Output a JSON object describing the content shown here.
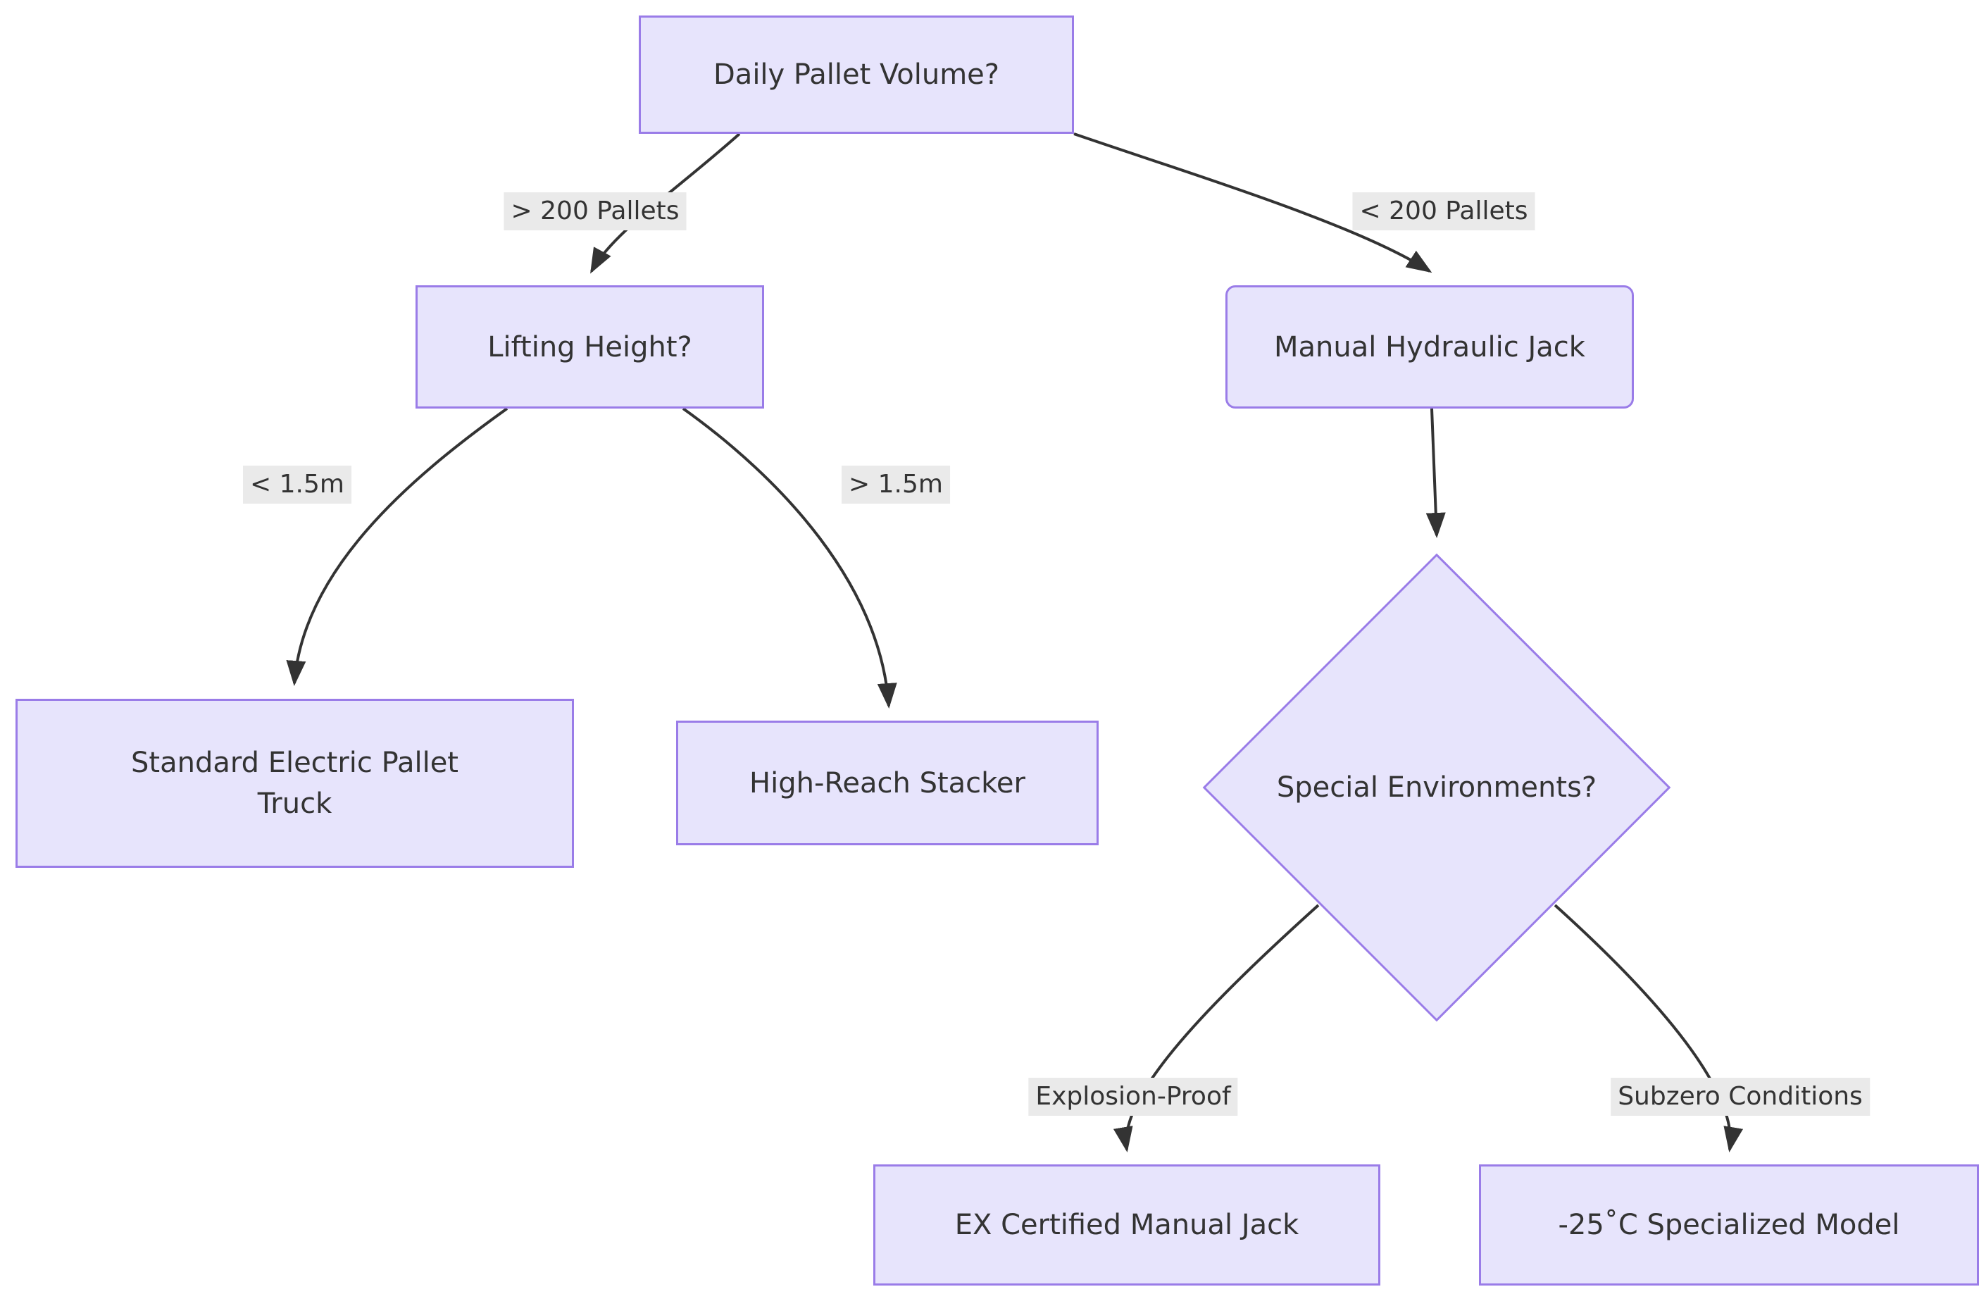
{
  "diagram": {
    "type": "decision-tree-flowchart",
    "background_color": "#ffffff",
    "node_fill_color": "#e7e4fc",
    "node_border_color": "#9a7ce8",
    "node_text_color": "#333333",
    "edge_color": "#333333",
    "edge_label_background": "#eaeaea",
    "nodes": [
      {
        "id": "root",
        "label": "Daily Pallet Volume?",
        "shape": "rect"
      },
      {
        "id": "lift",
        "label": "Lifting Height?",
        "shape": "rect"
      },
      {
        "id": "manual",
        "label": "Manual Hydraulic Jack",
        "shape": "rounded-rect"
      },
      {
        "id": "standard",
        "label": "Standard Electric Pallet\nTruck",
        "shape": "rect"
      },
      {
        "id": "stacker",
        "label": "High-Reach Stacker",
        "shape": "rect"
      },
      {
        "id": "special",
        "label": "Special Environments?",
        "shape": "diamond"
      },
      {
        "id": "ex",
        "label": "EX Certified Manual Jack",
        "shape": "rect"
      },
      {
        "id": "subzero",
        "label": "-25˚C Specialized Model",
        "shape": "rect"
      }
    ],
    "edges": [
      {
        "from": "root",
        "to": "lift",
        "label": "> 200 Pallets"
      },
      {
        "from": "root",
        "to": "manual",
        "label": "< 200 Pallets"
      },
      {
        "from": "lift",
        "to": "standard",
        "label": "< 1.5m"
      },
      {
        "from": "lift",
        "to": "stacker",
        "label": "> 1.5m"
      },
      {
        "from": "manual",
        "to": "special",
        "label": ""
      },
      {
        "from": "special",
        "to": "ex",
        "label": "Explosion-Proof"
      },
      {
        "from": "special",
        "to": "subzero",
        "label": "Subzero Conditions"
      }
    ]
  }
}
